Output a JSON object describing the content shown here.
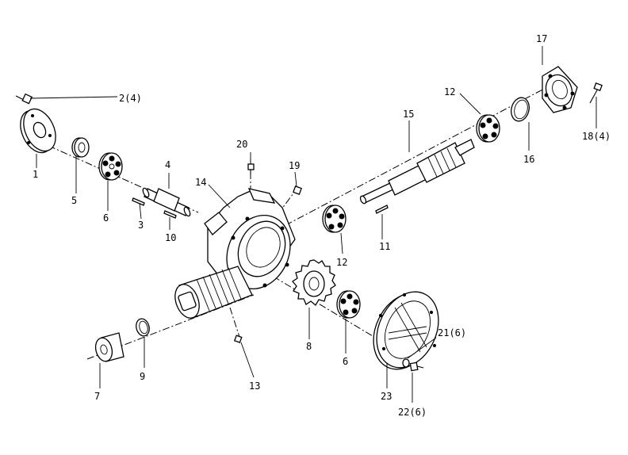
{
  "diagram": {
    "callouts": [
      {
        "id": "c1",
        "text": "1"
      },
      {
        "id": "c2",
        "text": "2(4)"
      },
      {
        "id": "c3",
        "text": "3"
      },
      {
        "id": "c4",
        "text": "4"
      },
      {
        "id": "c5",
        "text": "5"
      },
      {
        "id": "c6a",
        "text": "6"
      },
      {
        "id": "c6b",
        "text": "6"
      },
      {
        "id": "c7",
        "text": "7"
      },
      {
        "id": "c8",
        "text": "8"
      },
      {
        "id": "c9",
        "text": "9"
      },
      {
        "id": "c10",
        "text": "10"
      },
      {
        "id": "c11",
        "text": "11"
      },
      {
        "id": "c12a",
        "text": "12"
      },
      {
        "id": "c12b",
        "text": "12"
      },
      {
        "id": "c13",
        "text": "13"
      },
      {
        "id": "c14",
        "text": "14"
      },
      {
        "id": "c15",
        "text": "15"
      },
      {
        "id": "c16",
        "text": "16"
      },
      {
        "id": "c17",
        "text": "17"
      },
      {
        "id": "c18",
        "text": "18(4)"
      },
      {
        "id": "c19",
        "text": "19"
      },
      {
        "id": "c20",
        "text": "20"
      },
      {
        "id": "c21",
        "text": "21(6)"
      },
      {
        "id": "c22",
        "text": "22(6)"
      },
      {
        "id": "c23",
        "text": "23"
      }
    ]
  }
}
